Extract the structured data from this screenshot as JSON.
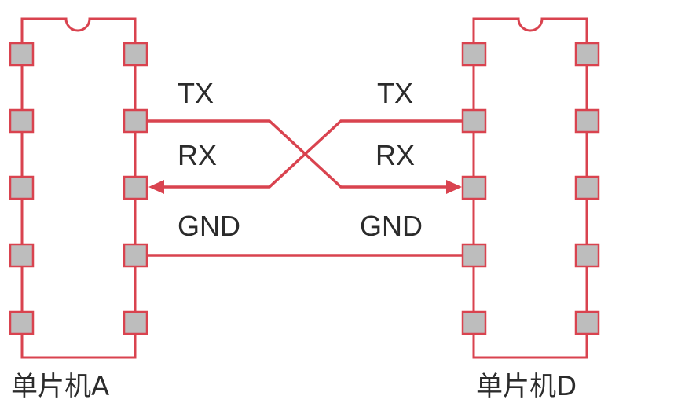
{
  "chip_a": {
    "label": "单片机A"
  },
  "chip_b": {
    "label": "单片机D"
  },
  "signals": {
    "left": {
      "tx": "TX",
      "rx": "RX",
      "gnd": "GND"
    },
    "right": {
      "tx": "TX",
      "rx": "RX",
      "gnd": "GND"
    }
  },
  "colors": {
    "wire": "#d9434f",
    "pin_fill": "#bdbdbd",
    "text": "#2b2b2b"
  }
}
